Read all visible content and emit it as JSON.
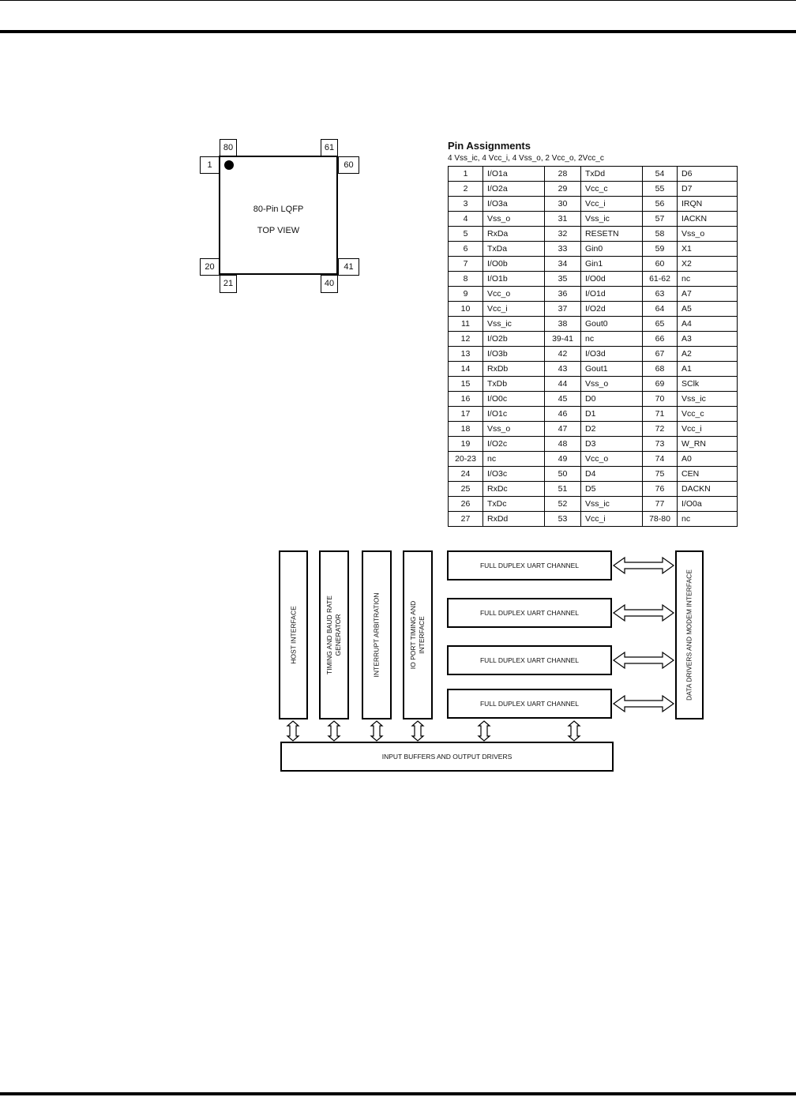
{
  "package": {
    "label_line1": "80-Pin LQFP",
    "label_line2": "TOP VIEW",
    "corner_pins": {
      "top_left": "80",
      "top_right": "61",
      "left_top": "1",
      "right_top": "60",
      "left_bottom": "20",
      "right_bottom": "41",
      "bottom_left": "21",
      "bottom_right": "40"
    }
  },
  "pin_table": {
    "title": "Pin Assignments",
    "subtitle": "4 Vss_ic, 4 Vcc_i, 4 Vss_o, 2 Vcc_o, 2Vcc_c",
    "rows": [
      [
        "1",
        "I/O1a",
        "28",
        "TxDd",
        "54",
        "D6"
      ],
      [
        "2",
        "I/O2a",
        "29",
        "Vcc_c",
        "55",
        "D7"
      ],
      [
        "3",
        "I/O3a",
        "30",
        "Vcc_i",
        "56",
        "IRQN"
      ],
      [
        "4",
        "Vss_o",
        "31",
        "Vss_ic",
        "57",
        "IACKN"
      ],
      [
        "5",
        "RxDa",
        "32",
        "RESETN",
        "58",
        "Vss_o"
      ],
      [
        "6",
        "TxDa",
        "33",
        "Gin0",
        "59",
        "X1"
      ],
      [
        "7",
        "I/O0b",
        "34",
        "Gin1",
        "60",
        "X2"
      ],
      [
        "8",
        "I/O1b",
        "35",
        "I/O0d",
        "61-62",
        "nc"
      ],
      [
        "9",
        "Vcc_o",
        "36",
        "I/O1d",
        "63",
        "A7"
      ],
      [
        "10",
        "Vcc_i",
        "37",
        "I/O2d",
        "64",
        "A5"
      ],
      [
        "11",
        "Vss_ic",
        "38",
        "Gout0",
        "65",
        "A4"
      ],
      [
        "12",
        "I/O2b",
        "39-41",
        "nc",
        "66",
        "A3"
      ],
      [
        "13",
        "I/O3b",
        "42",
        "I/O3d",
        "67",
        "A2"
      ],
      [
        "14",
        "RxDb",
        "43",
        "Gout1",
        "68",
        "A1"
      ],
      [
        "15",
        "TxDb",
        "44",
        "Vss_o",
        "69",
        "SClk"
      ],
      [
        "16",
        "I/O0c",
        "45",
        "D0",
        "70",
        "Vss_ic"
      ],
      [
        "17",
        "I/O1c",
        "46",
        "D1",
        "71",
        "Vcc_c"
      ],
      [
        "18",
        "Vss_o",
        "47",
        "D2",
        "72",
        "Vcc_i"
      ],
      [
        "19",
        "I/O2c",
        "48",
        "D3",
        "73",
        "W_RN"
      ],
      [
        "20-23",
        "nc",
        "49",
        "Vcc_o",
        "74",
        "A0"
      ],
      [
        "24",
        "I/O3c",
        "50",
        "D4",
        "75",
        "CEN"
      ],
      [
        "25",
        "RxDc",
        "51",
        "D5",
        "76",
        "DACKN"
      ],
      [
        "26",
        "TxDc",
        "52",
        "Vss_ic",
        "77",
        "I/O0a"
      ],
      [
        "27",
        "RxDd",
        "53",
        "Vcc_i",
        "78-80",
        "nc"
      ]
    ]
  },
  "block_diagram": {
    "host_interface": "HOST INTERFACE",
    "timing_line1": "TIMING AND BAUD RATE",
    "timing_line2": "GENERATOR",
    "interrupt": "INTERRUPT ARBITRATION",
    "io_port_line1": "IO PORT TIMING AND",
    "io_port_line2": "INTERFACE",
    "uart_channels": [
      "FULL DUPLEX UART CHANNEL",
      "FULL DUPLEX UART CHANNEL",
      "FULL DUPLEX UART CHANNEL",
      "FULL DUPLEX UART CHANNEL"
    ],
    "data_drivers": "DATA DRIVERS AND MODEM INTERFACE",
    "buffers": "INPUT BUFFERS AND OUTPUT DRIVERS"
  }
}
